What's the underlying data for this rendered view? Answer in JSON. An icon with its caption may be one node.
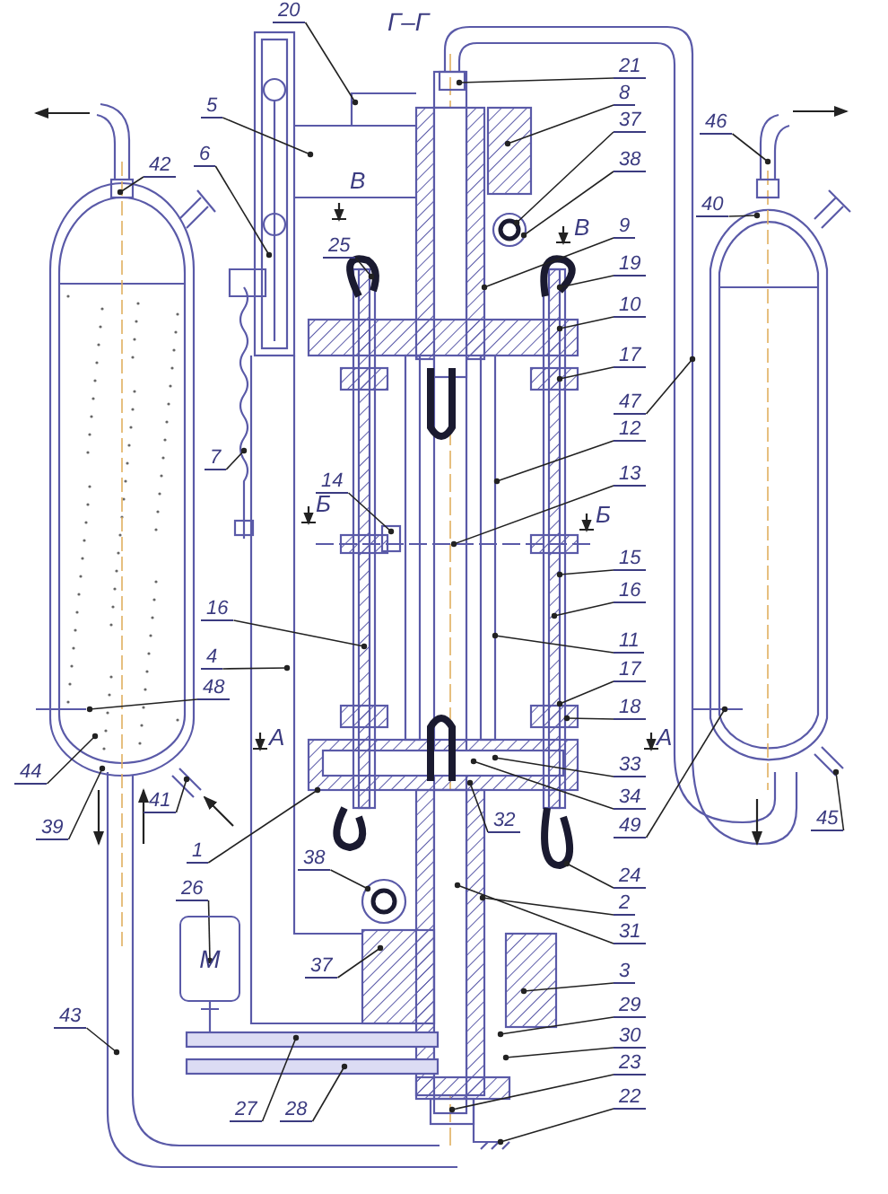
{
  "diagram": {
    "title": "Г–Г",
    "nodes": [
      {
        "text": [
          "20"
        ]
      },
      {
        "text": [
          "21"
        ]
      },
      {
        "text": [
          "5"
        ]
      },
      {
        "text": [
          "8"
        ]
      },
      {
        "text": [
          "42"
        ]
      },
      {
        "text": [
          "46"
        ]
      },
      {
        "text": [
          "6"
        ]
      },
      {
        "text": [
          "37"
        ]
      },
      {
        "text": [
          "38"
        ]
      },
      {
        "text": [
          "40"
        ]
      },
      {
        "text": [
          "9"
        ]
      },
      {
        "text": [
          "25"
        ]
      },
      {
        "text": [
          "19"
        ]
      },
      {
        "text": [
          "10"
        ]
      },
      {
        "text": [
          "17"
        ]
      },
      {
        "text": [
          "47"
        ]
      },
      {
        "text": [
          "12"
        ]
      },
      {
        "text": [
          "7"
        ]
      },
      {
        "text": [
          "13"
        ]
      },
      {
        "text": [
          "14"
        ]
      },
      {
        "text": [
          "15"
        ]
      },
      {
        "text": [
          "16"
        ]
      },
      {
        "text": [
          "16"
        ]
      },
      {
        "text": [
          "11"
        ]
      },
      {
        "text": [
          "4"
        ]
      },
      {
        "text": [
          "48"
        ]
      },
      {
        "text": [
          "17"
        ]
      },
      {
        "text": [
          "18"
        ]
      },
      {
        "text": [
          "44"
        ]
      },
      {
        "text": [
          "41"
        ]
      },
      {
        "text": [
          "33"
        ]
      },
      {
        "text": [
          "34"
        ]
      },
      {
        "text": [
          "39"
        ]
      },
      {
        "text": [
          "32"
        ]
      },
      {
        "text": [
          "49"
        ]
      },
      {
        "text": [
          "45"
        ]
      },
      {
        "text": [
          "1"
        ]
      },
      {
        "text": [
          "38"
        ]
      },
      {
        "text": [
          "24"
        ]
      },
      {
        "text": [
          "26"
        ]
      },
      {
        "text": [
          "2"
        ]
      },
      {
        "text": [
          "37"
        ]
      },
      {
        "text": [
          "31"
        ]
      },
      {
        "text": [
          "M"
        ]
      },
      {
        "text": [
          "3"
        ]
      },
      {
        "text": [
          "29"
        ]
      },
      {
        "text": [
          "30"
        ]
      },
      {
        "text": [
          "43"
        ]
      },
      {
        "text": [
          "23"
        ]
      },
      {
        "text": [
          "22"
        ]
      },
      {
        "text": [
          "27"
        ]
      },
      {
        "text": [
          "28"
        ]
      }
    ],
    "edges": [
      {
        "from": 0,
        "to": null,
        "arrow": "other"
      },
      {
        "from": 1,
        "to": null,
        "arrow": "other"
      },
      {
        "from": 2,
        "to": null,
        "arrow": "other"
      },
      {
        "from": 3,
        "to": null,
        "arrow": "other"
      },
      {
        "from": 4,
        "to": null,
        "arrow": "other"
      },
      {
        "from": 5,
        "to": null,
        "arrow": "other"
      },
      {
        "from": 6,
        "to": null,
        "arrow": "other"
      },
      {
        "from": 7,
        "to": null,
        "arrow": "other"
      },
      {
        "from": 8,
        "to": null,
        "arrow": "other"
      },
      {
        "from": 9,
        "to": null,
        "arrow": "other"
      },
      {
        "from": 10,
        "to": null,
        "arrow": "other"
      },
      {
        "from": 11,
        "to": null,
        "arrow": "other"
      },
      {
        "from": 12,
        "to": null,
        "arrow": "other"
      },
      {
        "from": 13,
        "to": null,
        "arrow": "other"
      },
      {
        "from": 14,
        "to": null,
        "arrow": "other"
      },
      {
        "from": 15,
        "to": null,
        "arrow": "other"
      },
      {
        "from": 16,
        "to": null,
        "arrow": "other"
      },
      {
        "from": 17,
        "to": null,
        "arrow": "other"
      },
      {
        "from": 18,
        "to": null,
        "arrow": "other"
      },
      {
        "from": 19,
        "to": null,
        "arrow": "other"
      },
      {
        "from": 20,
        "to": null,
        "arrow": "other"
      },
      {
        "from": 21,
        "to": null,
        "arrow": "other"
      },
      {
        "from": 22,
        "to": null,
        "arrow": "other"
      },
      {
        "from": 23,
        "to": null,
        "arrow": "other"
      },
      {
        "from": 24,
        "to": null,
        "arrow": "other"
      },
      {
        "from": 25,
        "to": null,
        "arrow": "other"
      },
      {
        "from": 26,
        "to": null,
        "arrow": "other"
      },
      {
        "from": 27,
        "to": null,
        "arrow": "other"
      },
      {
        "from": 28,
        "to": null,
        "arrow": "other"
      },
      {
        "from": 29,
        "to": null,
        "arrow": "other"
      },
      {
        "from": 30,
        "to": null,
        "arrow": "other"
      },
      {
        "from": 31,
        "to": null,
        "arrow": "other"
      },
      {
        "from": 32,
        "to": null,
        "arrow": "other"
      },
      {
        "from": 33,
        "to": null,
        "arrow": "other"
      },
      {
        "from": 34,
        "to": null,
        "arrow": "other"
      },
      {
        "from": 35,
        "to": null,
        "arrow": "other"
      },
      {
        "from": 36,
        "to": null,
        "arrow": "other"
      },
      {
        "from": 37,
        "to": null,
        "arrow": "other"
      },
      {
        "from": 38,
        "to": null,
        "arrow": "other"
      },
      {
        "from": 39,
        "to": 43,
        "arrow": "other"
      },
      {
        "from": 40,
        "to": null,
        "arrow": "other"
      },
      {
        "from": 41,
        "to": null,
        "arrow": "other"
      },
      {
        "from": 42,
        "to": null,
        "arrow": "other"
      },
      {
        "from": 44,
        "to": null,
        "arrow": "other"
      },
      {
        "from": 45,
        "to": null,
        "arrow": "other"
      },
      {
        "from": 46,
        "to": null,
        "arrow": "other"
      },
      {
        "from": 47,
        "to": null,
        "arrow": "other"
      },
      {
        "from": 48,
        "to": null,
        "arrow": "other"
      },
      {
        "from": 49,
        "to": null,
        "arrow": "other"
      },
      {
        "from": 50,
        "to": null,
        "arrow": "other"
      },
      {
        "from": 51,
        "to": null,
        "arrow": "other"
      }
    ],
    "labels": [
      "В",
      "В",
      "Б",
      "Б",
      "А",
      "А"
    ]
  }
}
